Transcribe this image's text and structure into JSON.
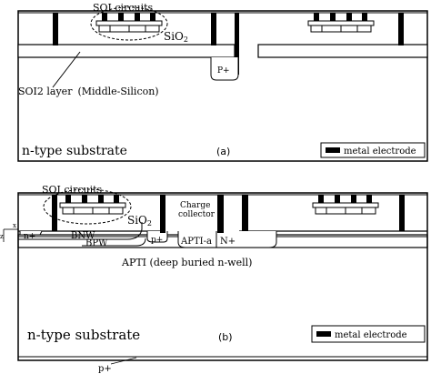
{
  "figure_a": {
    "soi_circuits": "SOI circuits",
    "sio2": "SiO",
    "sio2_sub": "2",
    "soi2_layer": "SOI2 layer",
    "middle_silicon": "(Middle-Silicon)",
    "p_plus": "P+",
    "substrate": "n-type substrate",
    "panel_label": "(a)",
    "legend": "metal electrode"
  },
  "figure_b": {
    "soi_circuits": "SOI circuits",
    "sio2": "SiO",
    "sio2_sub": "2",
    "n_plus_left": "n+",
    "bnw": "BNW",
    "bpw": "BPW",
    "p_plus_mid": "p+",
    "apti_a": "APTI-a",
    "n_plus_right": "N+",
    "charge": "Charge",
    "collector": "collector",
    "apti": "APTI (deep buried n-well)",
    "substrate": "n-type substrate",
    "panel_label": "(b)",
    "legend": "metal electrode",
    "p_plus_bottom": "p+",
    "axis_x": "x",
    "axis_z": "z"
  },
  "colors": {
    "line": "#000000",
    "fill": "#ffffff"
  }
}
